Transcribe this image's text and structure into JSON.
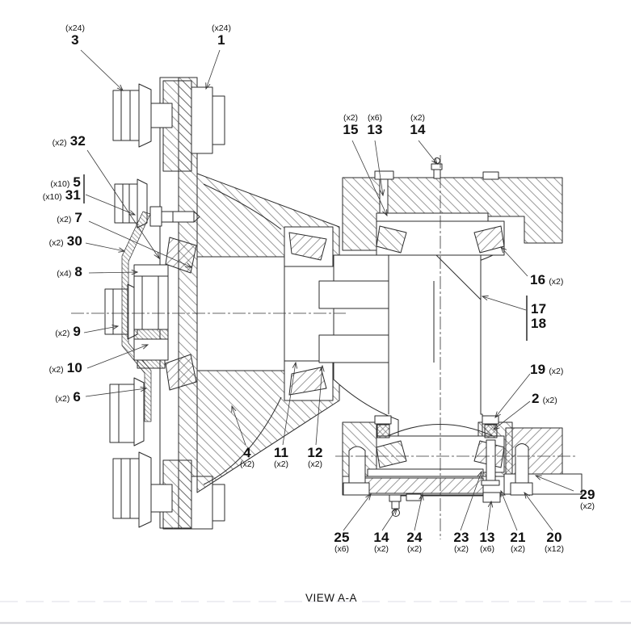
{
  "caption": "VIEW A-A",
  "callouts": {
    "c3": {
      "num": "3",
      "qty": "(x24)"
    },
    "c1": {
      "num": "1",
      "qty": "(x24)"
    },
    "c32": {
      "num": "32",
      "qty": "(x2)"
    },
    "c5": {
      "num": "5",
      "qty": "(x10)"
    },
    "c31": {
      "num": "31",
      "qty": "(x10)"
    },
    "c7": {
      "num": "7",
      "qty": "(x2)"
    },
    "c30": {
      "num": "30",
      "qty": "(x2)"
    },
    "c8": {
      "num": "8",
      "qty": "(x4)"
    },
    "c9": {
      "num": "9",
      "qty": "(x2)"
    },
    "c10": {
      "num": "10",
      "qty": "(x2)"
    },
    "c6": {
      "num": "6",
      "qty": "(x2)"
    },
    "c4": {
      "num": "4",
      "qty": "(x2)"
    },
    "c11": {
      "num": "11",
      "qty": "(x2)"
    },
    "c12": {
      "num": "12",
      "qty": "(x2)"
    },
    "c15": {
      "num": "15",
      "qty": "(x2)"
    },
    "c13a": {
      "num": "13",
      "qty": "(x6)"
    },
    "c14a": {
      "num": "14",
      "qty": "(x2)"
    },
    "c16": {
      "num": "16",
      "qty": "(x2)"
    },
    "c17": {
      "num": "17",
      "qty": ""
    },
    "c18": {
      "num": "18",
      "qty": ""
    },
    "c19": {
      "num": "19",
      "qty": "(x2)"
    },
    "c2": {
      "num": "2",
      "qty": "(x2)"
    },
    "c29": {
      "num": "29",
      "qty": "(x2)"
    },
    "c25": {
      "num": "25",
      "qty": "(x6)"
    },
    "c14b": {
      "num": "14",
      "qty": "(x2)"
    },
    "c24": {
      "num": "24",
      "qty": "(x2)"
    },
    "c23": {
      "num": "23",
      "qty": "(x2)"
    },
    "c13b": {
      "num": "13",
      "qty": "(x6)"
    },
    "c21": {
      "num": "21",
      "qty": "(x2)"
    },
    "c20": {
      "num": "20",
      "qty": "(x12)"
    }
  },
  "colors": {
    "line": "#2b2b2b",
    "hatch": "#555555",
    "leader": "#3a3a3a",
    "page_rule": "#d6d6dc"
  }
}
